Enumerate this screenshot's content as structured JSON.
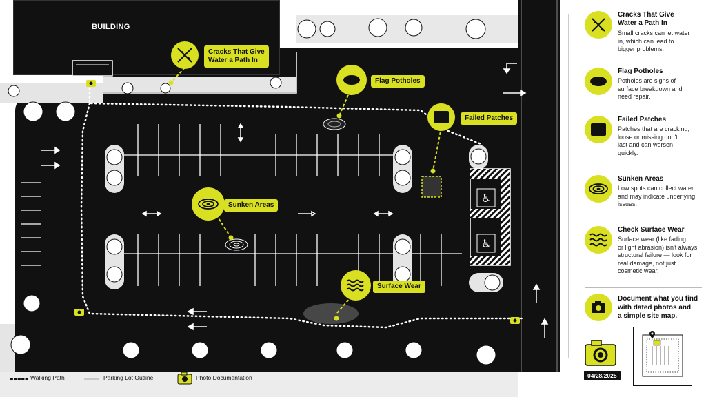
{
  "map": {
    "building_label": "BUILDING"
  },
  "callouts": [
    {
      "id": "cracks",
      "label_line1": "Cracks That Give",
      "label_line2": "Water a Path In",
      "icon": "cracks-icon"
    },
    {
      "id": "potholes",
      "label": "Flag Potholes",
      "icon": "pothole-icon"
    },
    {
      "id": "patches",
      "label": "Failed Patches",
      "icon": "patch-icon"
    },
    {
      "id": "sunken",
      "label": "Sunken Areas",
      "icon": "sunken-icon"
    },
    {
      "id": "wear",
      "label": "Surface Wear",
      "icon": "wave-icon"
    }
  ],
  "sidebar": {
    "items": [
      {
        "title_line1": "Cracks That Give",
        "title_line2": "Water a Path In",
        "desc_lines": [
          "Small cracks can let water",
          "in, which can lead to",
          "bigger problems."
        ],
        "icon": "cracks-icon"
      },
      {
        "title_line1": "Flag Potholes",
        "title_line2": "",
        "desc_lines": [
          "Potholes are signs of",
          "surface breakdown and",
          "need repair."
        ],
        "icon": "pothole-icon"
      },
      {
        "title_line1": "Failed Patches",
        "title_line2": "",
        "desc_lines": [
          "Patches that are cracking,",
          "loose or missing don't",
          "last and can worsen",
          "quickly."
        ],
        "icon": "patch-icon"
      },
      {
        "title_line1": "Sunken Areas",
        "title_line2": "",
        "desc_lines": [
          "Low spots can collect water",
          "and may indicate underlying",
          "issues."
        ],
        "icon": "sunken-icon"
      },
      {
        "title_line1": "Check Surface Wear",
        "title_line2": "",
        "desc_lines": [
          "Surface wear (like fading",
          "or light abrasion) isn't always",
          "structural failure — look for",
          "real damage, not just",
          "cosmetic wear."
        ],
        "icon": "wave-icon"
      }
    ],
    "document_note_lines": [
      "Document what you find",
      "with dated photos and",
      "a simple site map."
    ],
    "date": "04/28/2025"
  },
  "legend": {
    "walking_path": "Walking Path",
    "lot_outline": "Parking Lot Outline",
    "photo_doc": "Photo Documentation"
  },
  "colors": {
    "accent": "#d9e021",
    "asphalt": "#111111",
    "background": "#ffffff"
  }
}
